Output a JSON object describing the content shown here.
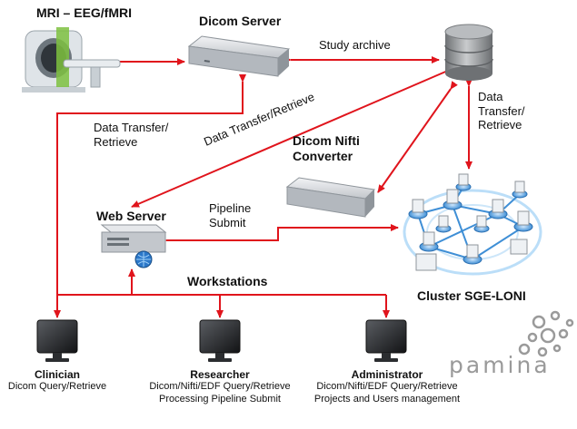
{
  "nodes": {
    "mri": {
      "label": "MRI – EEG/fMRI"
    },
    "dicom_server": {
      "label": "Dicom Server"
    },
    "dicom_nifti_converter": {
      "label_line1": "Dicom Nifti",
      "label_line2": "Converter"
    },
    "web_server": {
      "label": "Web Server"
    },
    "cluster": {
      "label": "Cluster SGE-LONI"
    },
    "workstations": {
      "label": "Workstations"
    }
  },
  "edges": {
    "study_archive": "Study archive",
    "data_transfer_left": {
      "line1": "Data Transfer/",
      "line2": "Retrieve"
    },
    "data_transfer_diagonal": "Data Transfer/Retrieve",
    "data_transfer_right": {
      "line1": "Data",
      "line2": "Transfer/",
      "line3": "Retrieve"
    },
    "pipeline_submit": {
      "line1": "Pipeline",
      "line2": "Submit"
    }
  },
  "users": [
    {
      "role": "Clinician",
      "line1": "Dicom Query/Retrieve",
      "line2": ""
    },
    {
      "role": "Researcher",
      "line1": "Dicom/Nifti/EDF Query/Retrieve",
      "line2": "Processing Pipeline Submit"
    },
    {
      "role": "Administrator",
      "line1": "Dicom/Nifti/EDF Query/Retrieve",
      "line2": "Projects and Users management"
    }
  ],
  "logo": {
    "text": "pamina"
  },
  "colors": {
    "arrow": "#e0141c",
    "server_body": "#c9cdd2",
    "db": "#8c8f93",
    "monitor": "#2b2d30",
    "node_glow": "#3f8fd6"
  }
}
